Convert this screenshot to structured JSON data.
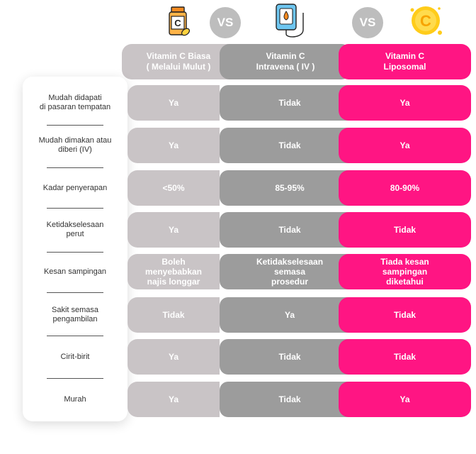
{
  "vs_label": "VS",
  "columns": [
    {
      "line1": "Vitamin C Biasa",
      "line2": "( Melalui Mulut )"
    },
    {
      "line1": "Vitamin C",
      "line2": "Intravena ( IV )"
    },
    {
      "line1": "Vitamin C",
      "line2": "Liposomal"
    }
  ],
  "rows": [
    {
      "label": [
        "Mudah didapati",
        "di pasaran tempatan"
      ],
      "values": [
        [
          "Ya"
        ],
        [
          "Tidak"
        ],
        [
          "Ya"
        ]
      ]
    },
    {
      "label": [
        "Mudah dimakan atau",
        "diberi (IV)"
      ],
      "values": [
        [
          "Ya"
        ],
        [
          "Tidak"
        ],
        [
          "Ya"
        ]
      ]
    },
    {
      "label": [
        "Kadar penyerapan"
      ],
      "values": [
        [
          "<50%"
        ],
        [
          "85-95%"
        ],
        [
          "80-90%"
        ]
      ]
    },
    {
      "label": [
        "Ketidakselesaan",
        "perut"
      ],
      "values": [
        [
          "Ya"
        ],
        [
          "Tidak"
        ],
        [
          "Tidak"
        ]
      ]
    },
    {
      "label": [
        "Kesan sampingan"
      ],
      "values": [
        [
          "Boleh",
          "menyebabkan",
          "najis longgar"
        ],
        [
          "Ketidakselesaan",
          "semasa",
          "prosedur"
        ],
        [
          "Tiada kesan",
          "sampingan",
          "diketahui"
        ]
      ]
    },
    {
      "label": [
        "Sakit semasa",
        "pengambilan"
      ],
      "values": [
        [
          "Tidak"
        ],
        [
          "Ya"
        ],
        [
          "Tidak"
        ]
      ]
    },
    {
      "label": [
        "Cirit-birit"
      ],
      "values": [
        [
          "Ya"
        ],
        [
          "Tidak"
        ],
        [
          "Tidak"
        ]
      ]
    },
    {
      "label": [
        "Murah"
      ],
      "values": [
        [
          "Ya"
        ],
        [
          "Tidak"
        ],
        [
          "Ya"
        ]
      ]
    }
  ],
  "colors": {
    "col1": "#c9c4c6",
    "col2": "#9c9c9c",
    "col3": "#ff1583",
    "vs": "#bdbdbd"
  }
}
